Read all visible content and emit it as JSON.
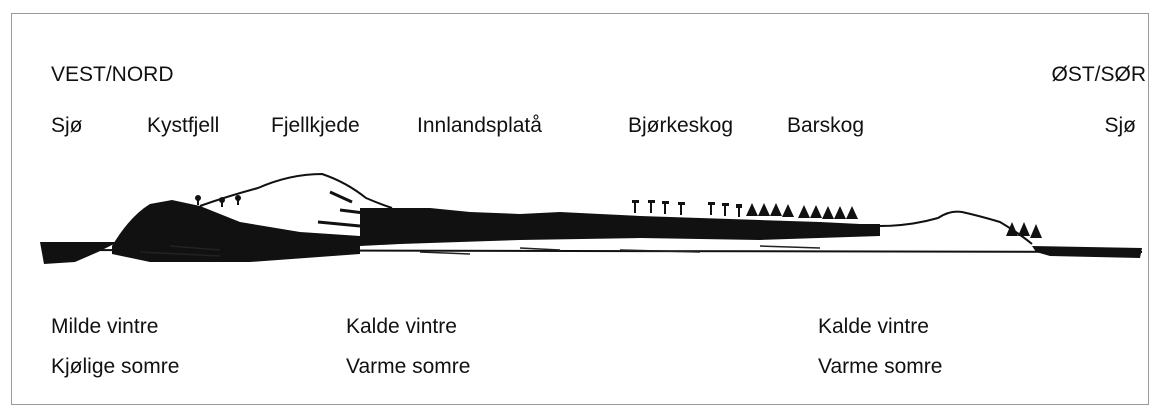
{
  "direction": {
    "left": "VEST/NORD",
    "right": "ØST/SØR"
  },
  "zones": {
    "sea_left": "Sjø",
    "coastal_mountains": "Kystfjell",
    "mountain_chain": "Fjellkjede",
    "inland_plateau": "Innlandsplatå",
    "birch_forest": "Bjørkeskog",
    "coniferous_forest": "Barskog",
    "sea_right": "Sjø"
  },
  "climate": {
    "west": {
      "winter": "Milde vintre",
      "summer": "Kjølige somre"
    },
    "middle": {
      "winter": "Kalde vintre",
      "summer": "Varme somre"
    },
    "east": {
      "winter": "Kalde vintre",
      "summer": "Varme somre"
    }
  }
}
